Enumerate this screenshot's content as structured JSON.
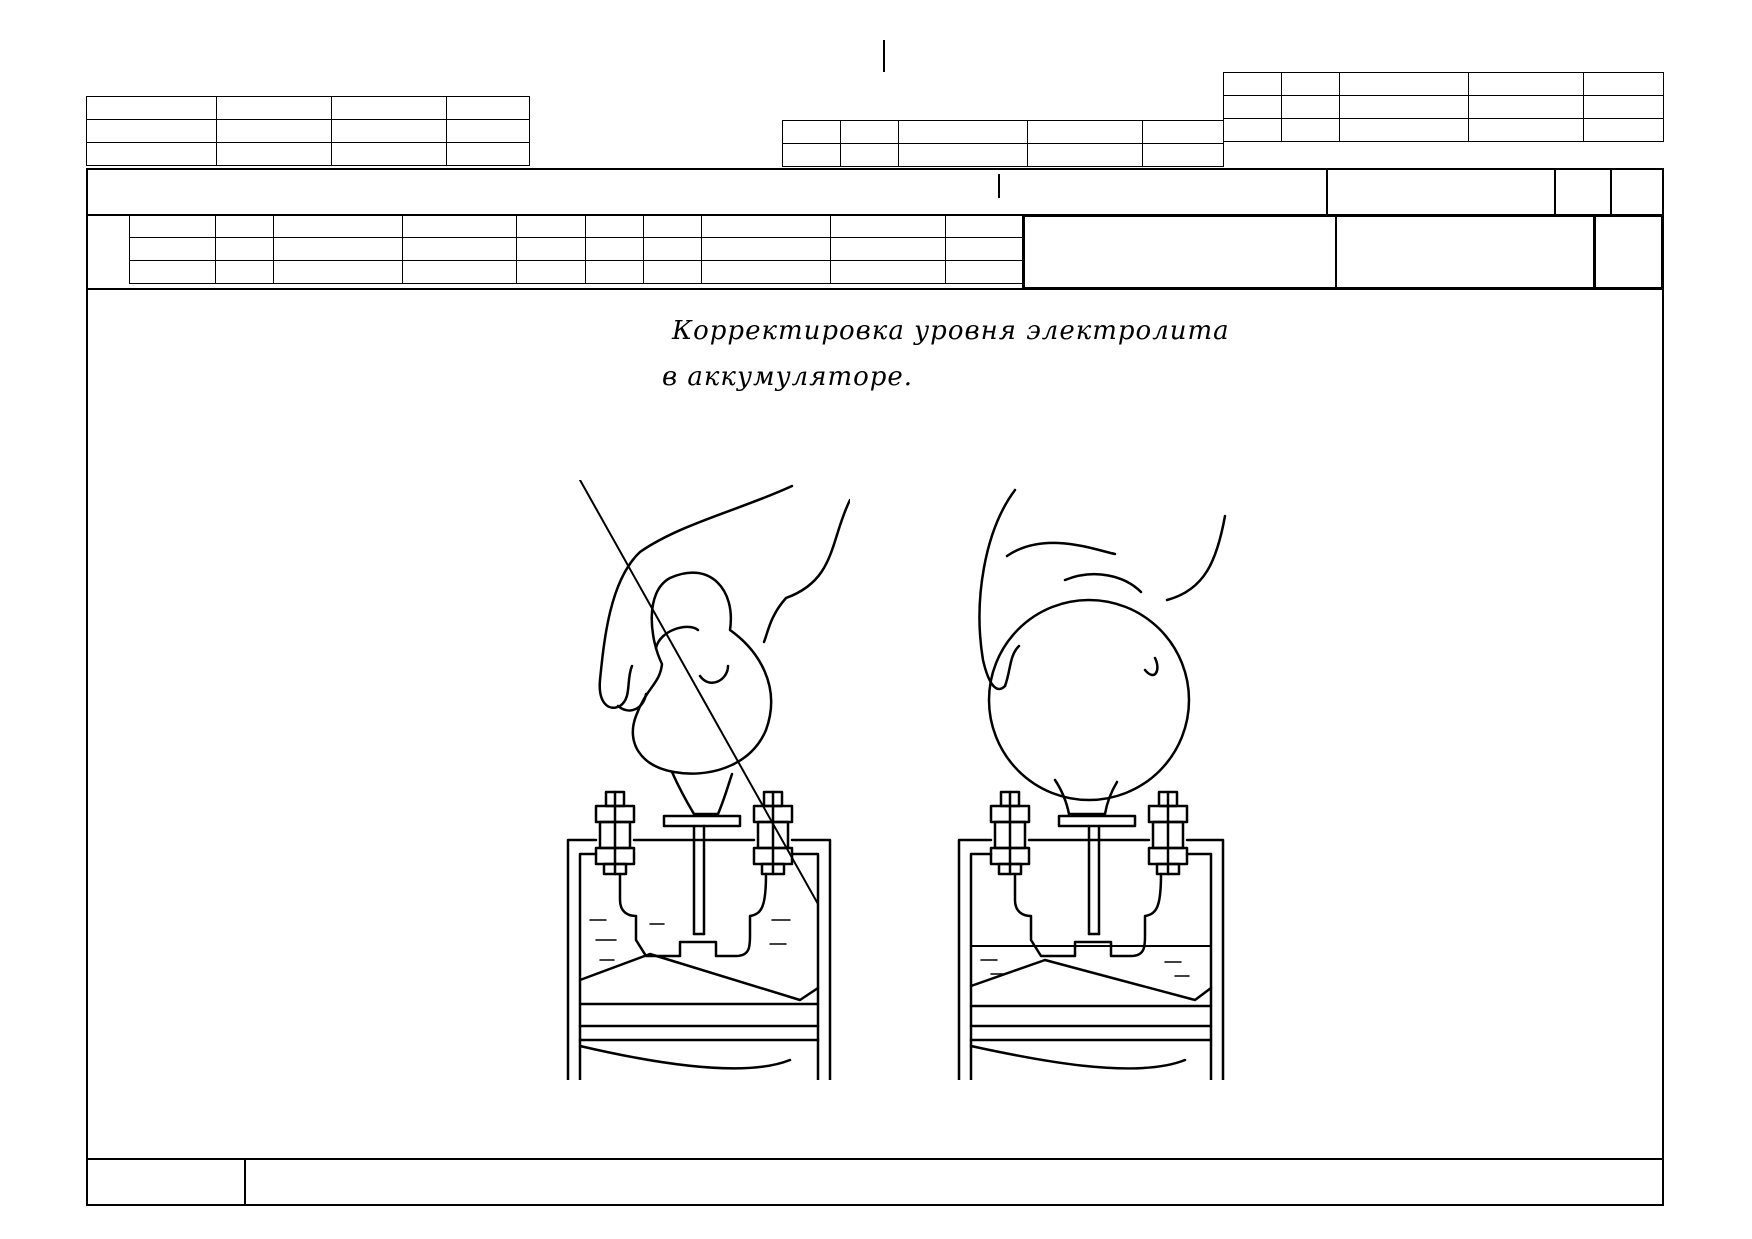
{
  "document": {
    "caption_line1": "Корректировка уровня  электролита",
    "caption_line2": "в аккумуляторе."
  },
  "figures": [
    {
      "name": "bulb-squeezed",
      "state": "squeezed"
    },
    {
      "name": "bulb-released",
      "state": "released"
    }
  ],
  "colors": {
    "ink": "#000000",
    "paper": "#ffffff"
  }
}
